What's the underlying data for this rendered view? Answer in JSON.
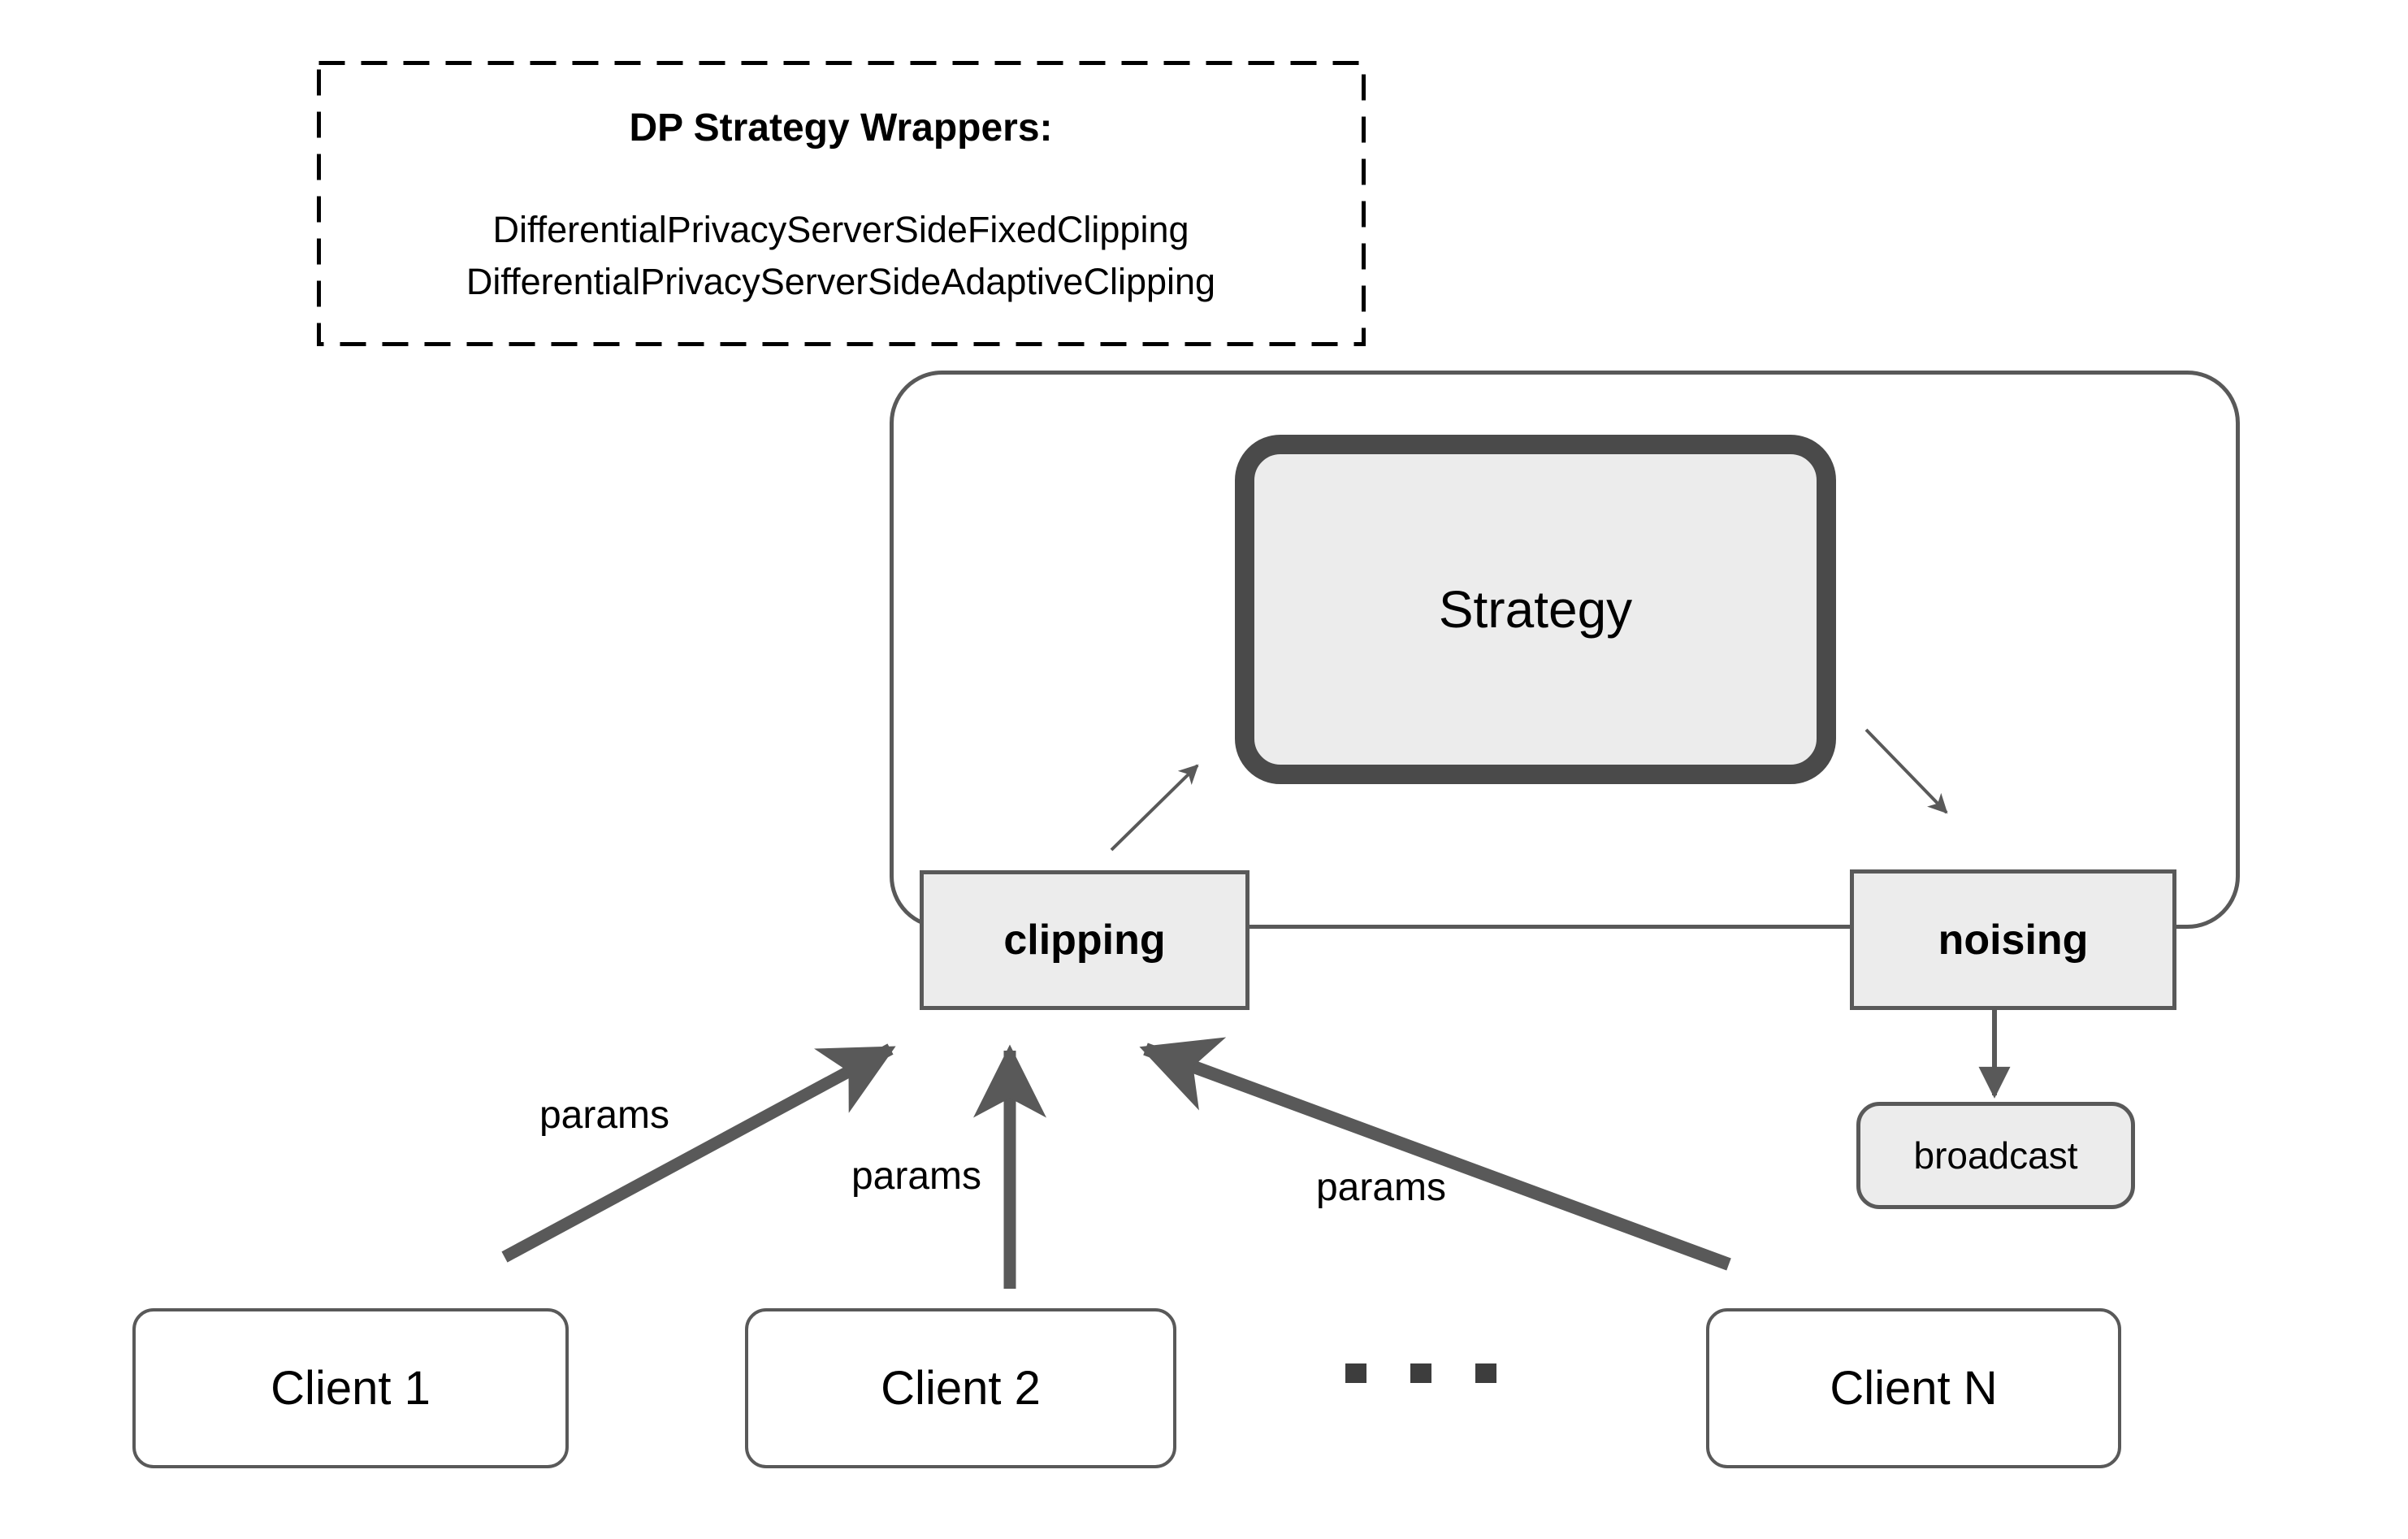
{
  "note": {
    "title": "DP Strategy Wrappers:",
    "classes": [
      "DifferentialPrivacyServerSideFixedClipping",
      "DifferentialPrivacyServerSideAdaptiveClipping"
    ]
  },
  "server": {
    "strategy_label": "Strategy",
    "clipping_label": "clipping",
    "noising_label": "noising"
  },
  "broadcast": {
    "label": "broadcast"
  },
  "clients": [
    {
      "label": "Client 1"
    },
    {
      "label": "Client 2"
    },
    {
      "label": "Client N"
    }
  ],
  "param_labels": [
    "params",
    "params",
    "params"
  ],
  "ellipsis": "...",
  "colors": {
    "box_fill": "#ececec",
    "box_border": "#595959",
    "strategy_border": "#4a4a4a",
    "dashed_border": "#000000",
    "arrow": "#595959",
    "background": "#ffffff"
  }
}
